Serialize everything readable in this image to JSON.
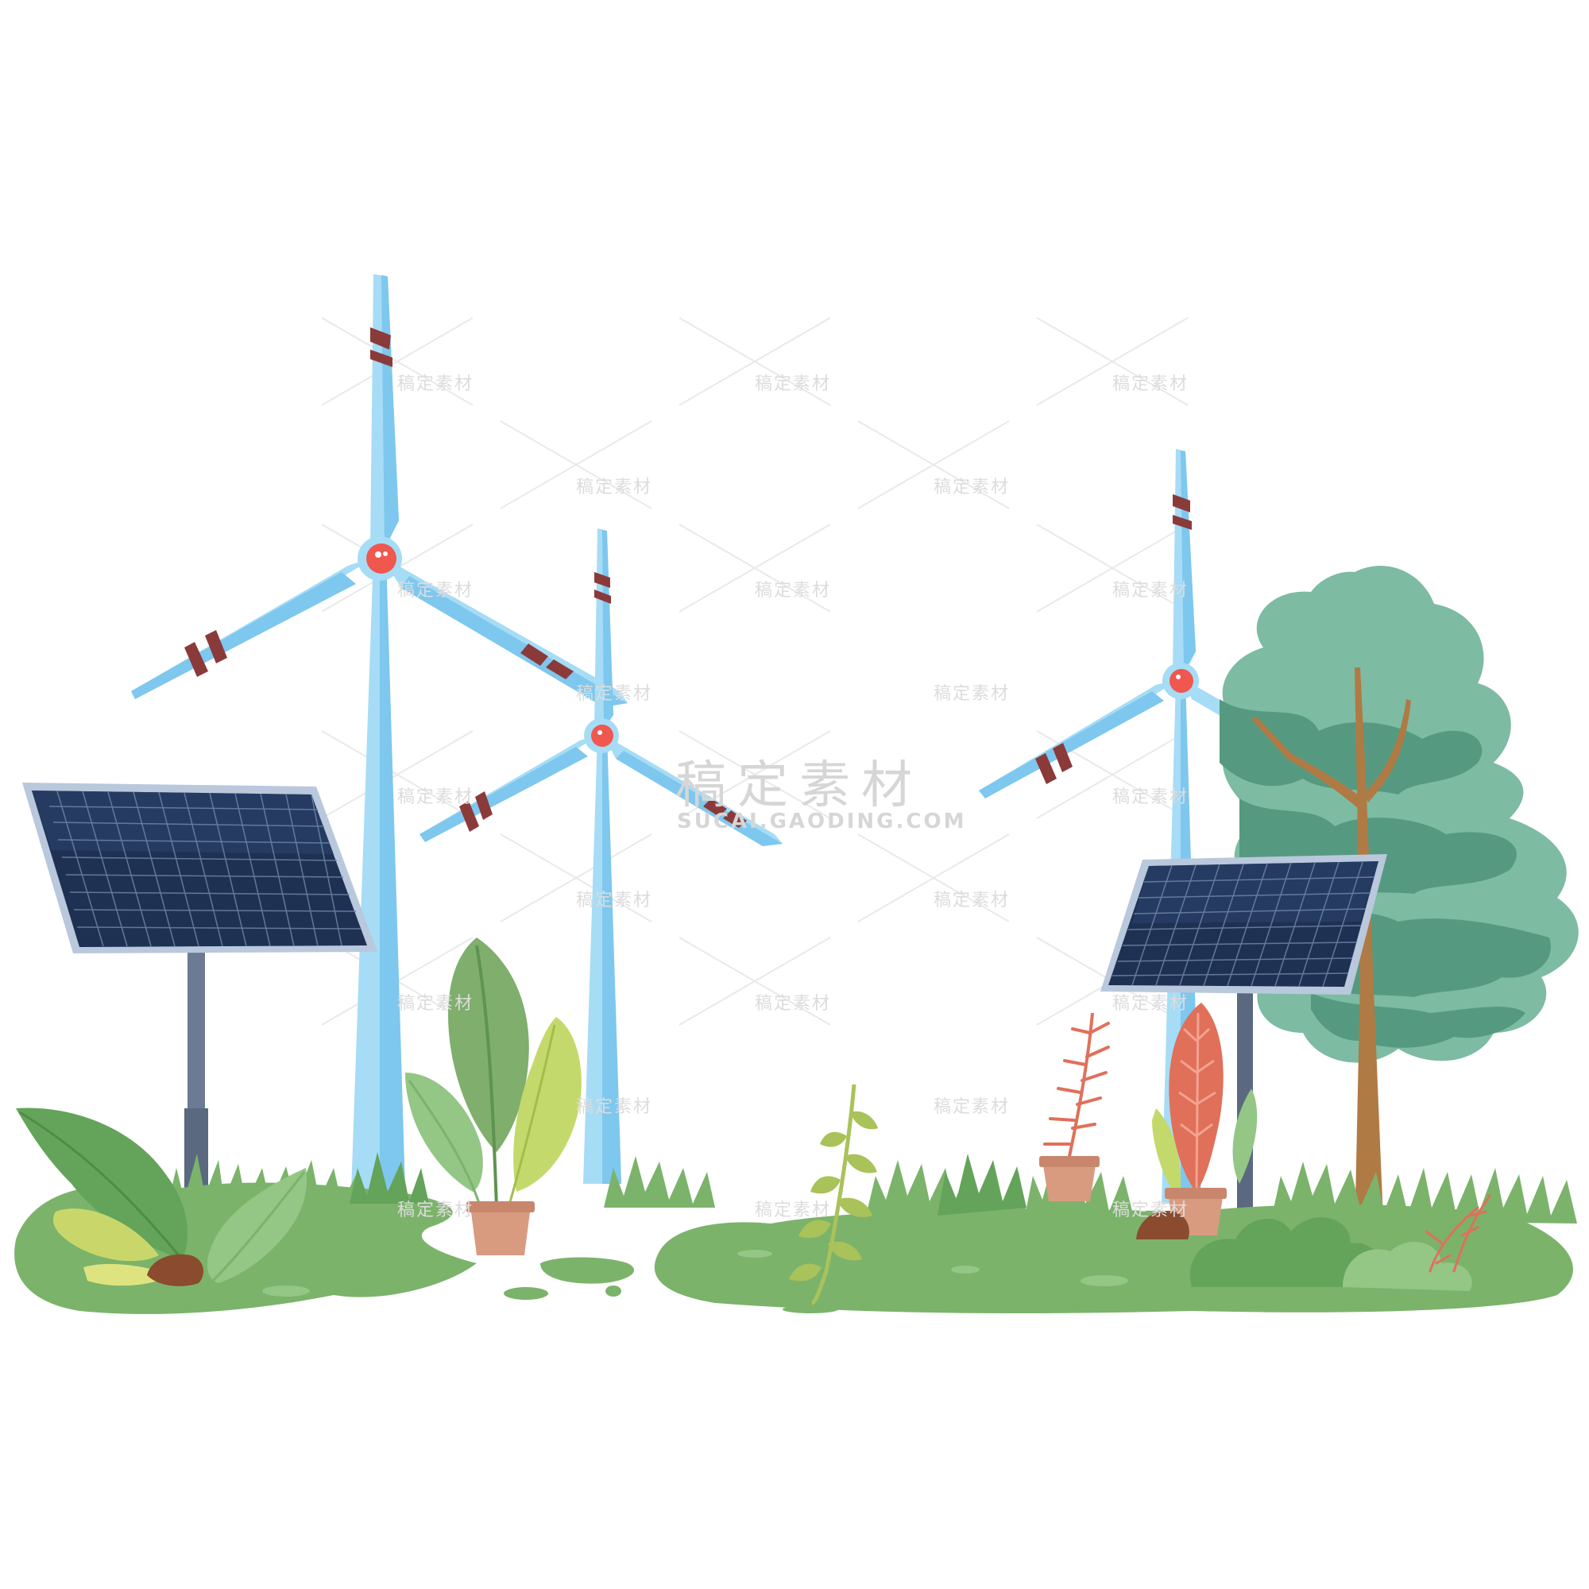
{
  "image": {
    "subject": "Renewable energy scene with wind turbines, solar panels, tree and plants",
    "colors": {
      "sky": "#ffffff",
      "turbine_light": "#a6dcf5",
      "turbine_dark": "#7ec7ee",
      "turbine_stripe": "#8b3a3a",
      "hub_red": "#f0574f",
      "panel_dark": "#1f3153",
      "panel_frame": "#8fa3bf",
      "grass": "#7bb36b",
      "grass_dark": "#64a35a",
      "tree_light": "#7dbba3",
      "tree_dark": "#559a80",
      "trunk": "#b07a45",
      "pot": "#d99b80",
      "coral_leaf": "#e0705a"
    }
  },
  "watermark": {
    "small_text": "稿定素材",
    "big_text": "稿定素材",
    "big_subtext": "SUCAI.GAODING.COM"
  }
}
